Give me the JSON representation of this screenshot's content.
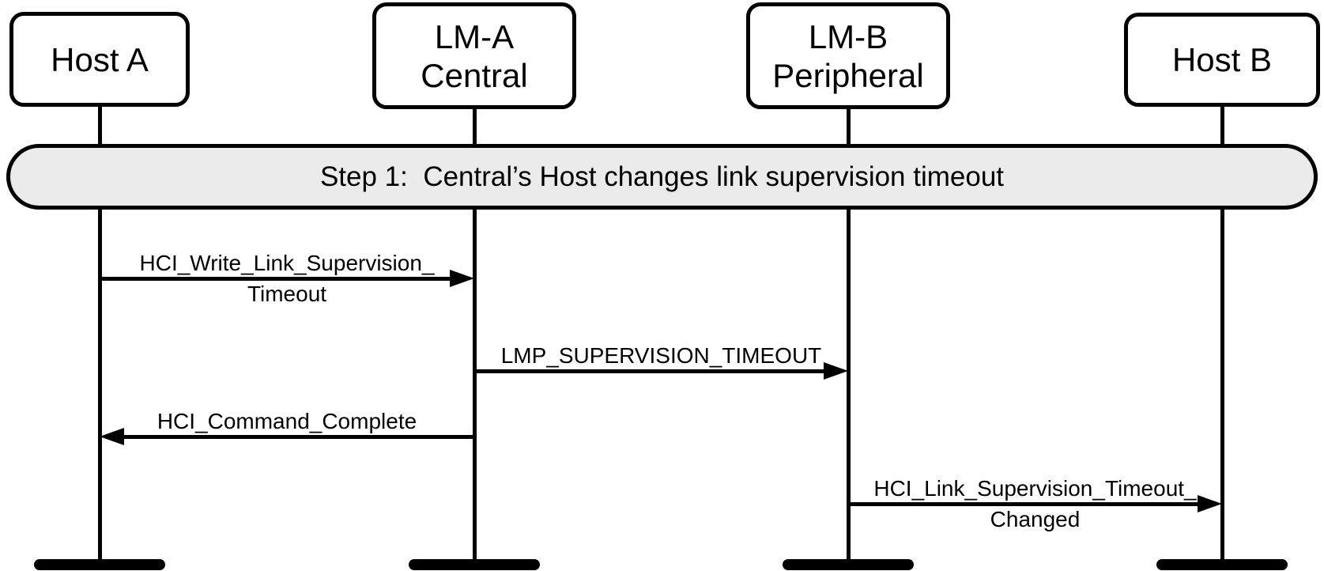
{
  "diagram_type": "sequence-diagram",
  "colors": {
    "background": "#ffffff",
    "line": "#000000",
    "banner_fill": "#ebebeb"
  },
  "participants": [
    {
      "id": "host-a",
      "line1": "Host A"
    },
    {
      "id": "lm-a-central",
      "line1": "LM-A",
      "line2": "Central"
    },
    {
      "id": "lm-b-peripheral",
      "line1": "LM-B",
      "line2": "Peripheral"
    },
    {
      "id": "host-b",
      "line1": "Host B"
    }
  ],
  "banner": {
    "text": "Step 1:  Central’s Host changes link supervision timeout"
  },
  "messages": [
    {
      "from": "host-a",
      "to": "lm-a-central",
      "direction": "right",
      "line1": "HCI_Write_Link_Supervision_",
      "line2": "Timeout"
    },
    {
      "from": "lm-a-central",
      "to": "lm-b-peripheral",
      "direction": "right",
      "line1": "LMP_SUPERVISION_TIMEOUT"
    },
    {
      "from": "lm-a-central",
      "to": "host-a",
      "direction": "left",
      "line1": "HCI_Command_Complete"
    },
    {
      "from": "lm-b-peripheral",
      "to": "host-b",
      "direction": "right",
      "line1": "HCI_Link_Supervision_Timeout_",
      "line2": "Changed"
    }
  ]
}
